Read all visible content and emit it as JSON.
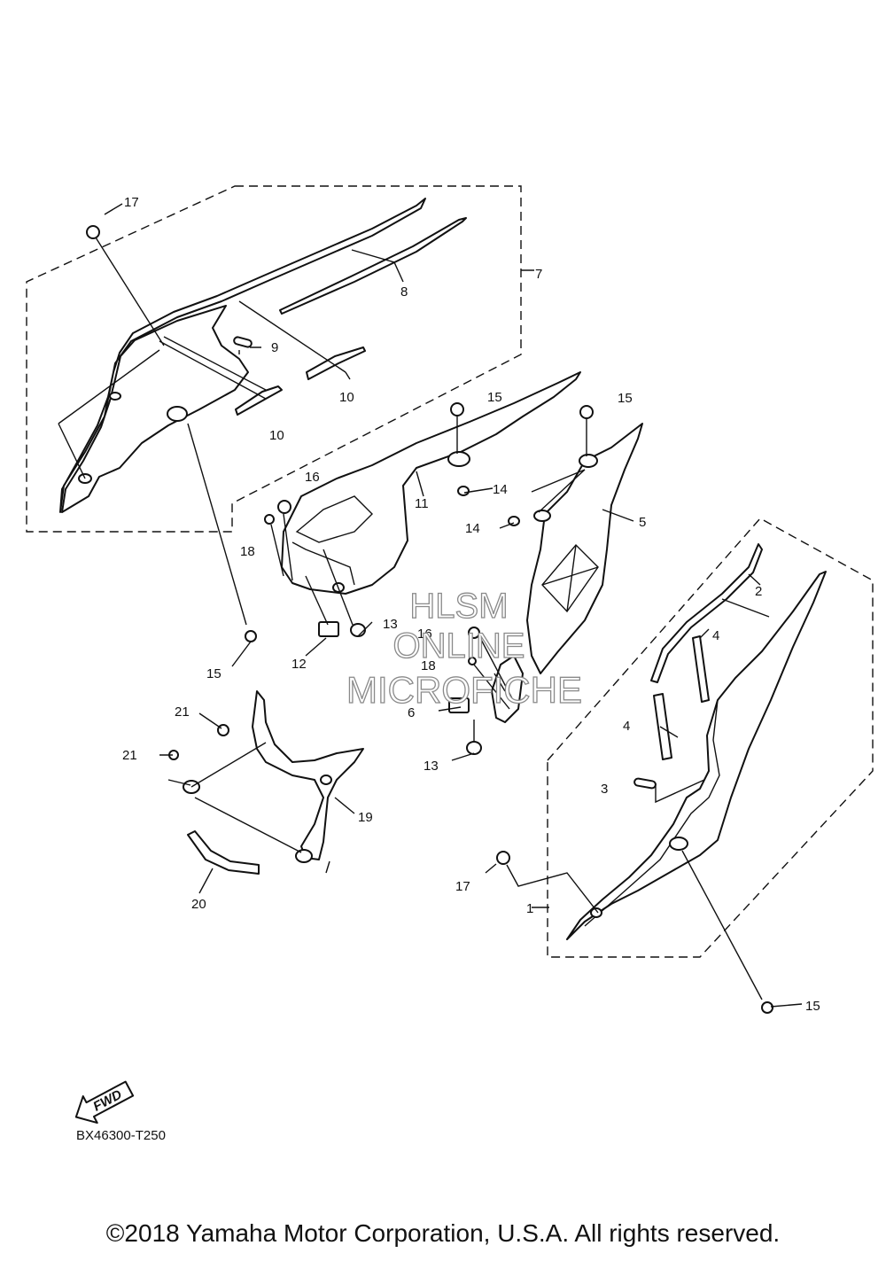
{
  "callouts": [
    "17",
    "7",
    "8",
    "9",
    "10",
    "10",
    "15",
    "15",
    "16",
    "11",
    "14",
    "14",
    "5",
    "18",
    "2",
    "4",
    "13",
    "12",
    "15",
    "16",
    "18",
    "21",
    "6",
    "4",
    "21",
    "13",
    "3",
    "19",
    "17",
    "1",
    "20",
    "15"
  ],
  "watermark": {
    "line1": "HLSM",
    "line2": "ONLINE",
    "line3": "MICROFICHE"
  },
  "fwd_label": "FWD",
  "diagram_code": "BX46300-T250",
  "copyright": "©2018 Yamaha Motor Corporation, U.S.A. All rights reserved."
}
